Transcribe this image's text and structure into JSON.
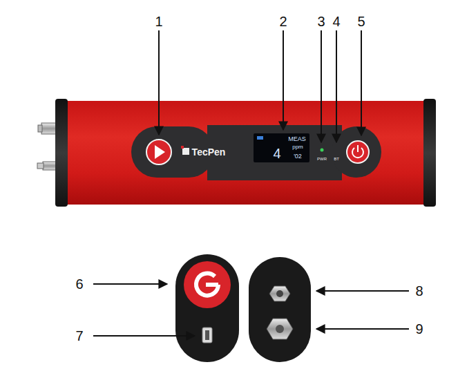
{
  "diagram": {
    "labels": [
      "1",
      "2",
      "3",
      "4",
      "5",
      "TecPen",
      "MEAS",
      "4",
      "ppm",
      "'02",
      "PWR",
      "BT",
      "6",
      "7",
      "8",
      "9"
    ]
  }
}
